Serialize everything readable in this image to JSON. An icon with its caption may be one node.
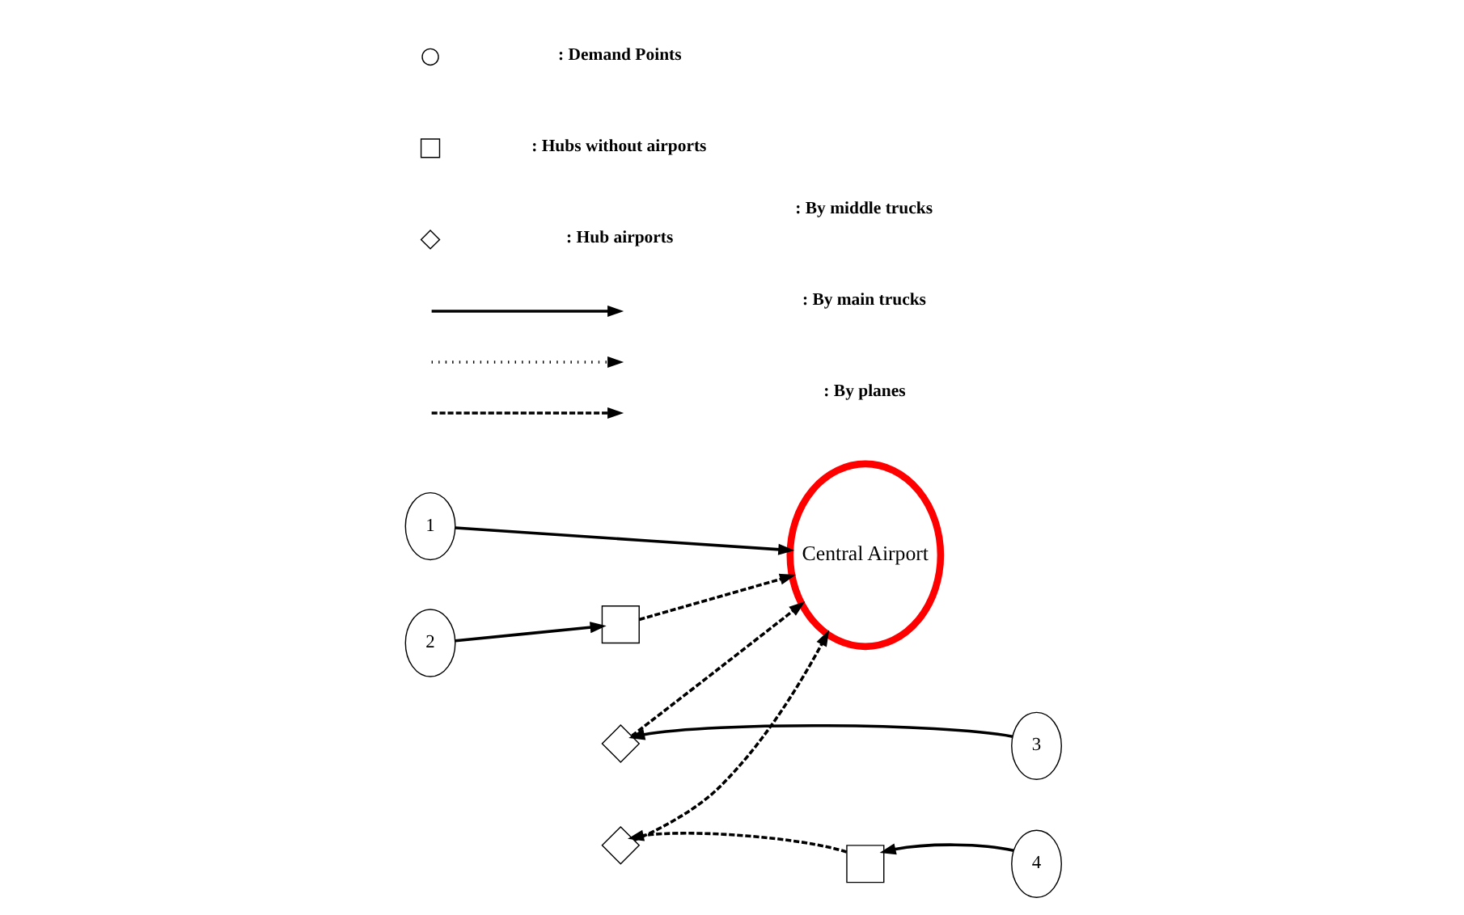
{
  "diagram": {
    "nodes": [
      {
        "text": [
          "1"
        ]
      },
      {
        "text": [
          "2"
        ]
      },
      {
        "text": [
          "Central Airport"
        ]
      },
      {
        "text": [
          "3"
        ]
      },
      {
        "text": [
          "4"
        ]
      },
      {
        "text": [],
        "shape": "box"
      },
      {
        "text": [],
        "shape": "diamond"
      },
      {
        "text": [],
        "shape": "diamond"
      },
      {
        "text": [],
        "shape": "box"
      }
    ],
    "edges": [
      {
        "from": 0,
        "to": 2,
        "arrow": "to"
      },
      {
        "from": 1,
        "to": 5,
        "arrow": "to"
      },
      {
        "from": 5,
        "to": 2,
        "arrow": "to",
        "style": "dashed"
      },
      {
        "from": 3,
        "to": 6,
        "arrow": "to"
      },
      {
        "from": 6,
        "to": 2,
        "arrow": "to",
        "style": "dashed"
      },
      {
        "from": 7,
        "to": 2,
        "arrow": "to",
        "style": "dashed"
      },
      {
        "from": 8,
        "to": 7,
        "arrow": "to",
        "style": "dashed"
      },
      {
        "from": 4,
        "to": 8,
        "arrow": "to"
      }
    ],
    "legend": [
      {
        "text": ": Demand Points"
      },
      {
        "text": ": Hubs without airports"
      },
      {
        "text": ": Hub airports"
      },
      {
        "text": ": By middle trucks"
      },
      {
        "text": ": By main trucks"
      },
      {
        "text": ": By planes"
      }
    ]
  }
}
